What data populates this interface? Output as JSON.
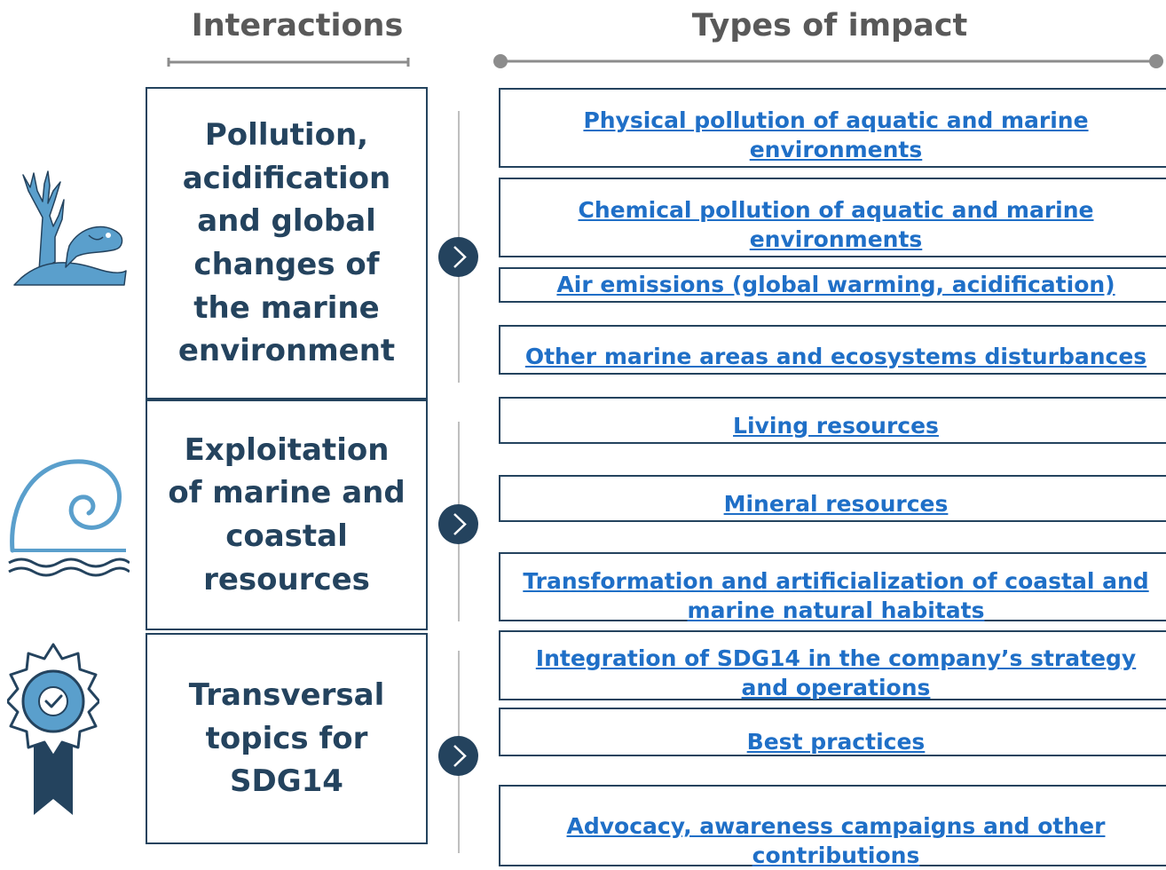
{
  "headers": {
    "interactions": "Interactions",
    "types_of_impact": "Types of impact"
  },
  "categories": [
    {
      "label": "Pollution,\nacidification\nand global\nchanges of\nthe marine\nenvironment",
      "icon": "tree-fish-icon",
      "impacts": [
        "Physical pollution of aquatic and marine\nenvironments",
        "Chemical pollution of aquatic and marine\nenvironments",
        "Air emissions (global warming, acidification)",
        "Other marine areas and ecosystems disturbances"
      ]
    },
    {
      "label": "Exploitation\nof marine and\ncoastal\nresources",
      "icon": "wave-icon",
      "impacts": [
        "Living resources",
        "Mineral resources",
        "Transformation and artificialization of coastal and\nmarine natural habitats"
      ]
    },
    {
      "label": "Transversal\ntopics for\nSDG14",
      "icon": "badge-checkmark-icon",
      "impacts": [
        "Integration of SDG14 in the company’s strategy\nand operations",
        "Best practices",
        "Advocacy, awareness campaigns and other\ncontributions"
      ]
    }
  ],
  "colors": {
    "dark_navy": "#24435e",
    "link_blue": "#1f6fc7",
    "header_gray": "#595959",
    "icon_blue": "#5a9fcc"
  }
}
